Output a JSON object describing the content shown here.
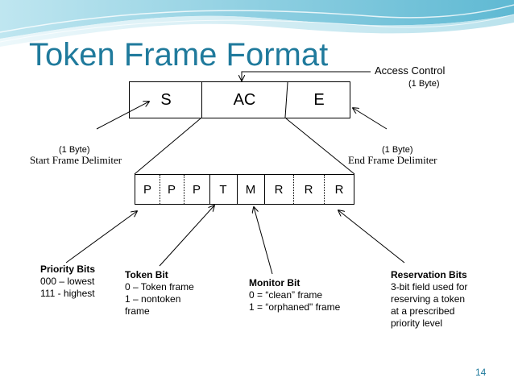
{
  "slide": {
    "title": "Token Frame Format",
    "page_number": "14",
    "accent_color": "#1f7a9c"
  },
  "top_frame": {
    "fields": [
      "S",
      "AC",
      "E"
    ],
    "access_control_label": "Access Control",
    "access_control_size": "(1 Byte)",
    "start_size": "(1 Byte)",
    "start_label": "Start Frame Delimiter",
    "end_size": "(1 Byte)",
    "end_label": "End Frame Delimiter"
  },
  "bits_frame": {
    "bits": [
      "P",
      "P",
      "P",
      "T",
      "M",
      "R",
      "R",
      "R"
    ]
  },
  "descriptions": {
    "priority": {
      "title": "Priority Bits",
      "lines": [
        "000 – lowest",
        "111 - highest"
      ]
    },
    "token": {
      "title": "Token Bit",
      "lines": [
        "0 – Token frame",
        "1 – nontoken",
        "frame"
      ]
    },
    "monitor": {
      "title": "Monitor Bit",
      "lines": [
        "0 = “clean” frame",
        "1 = “orphaned\" frame"
      ]
    },
    "reservation": {
      "title": "Reservation Bits",
      "lines": [
        "3-bit field used for",
        "reserving a token",
        "at a prescribed",
        "priority level"
      ]
    }
  }
}
